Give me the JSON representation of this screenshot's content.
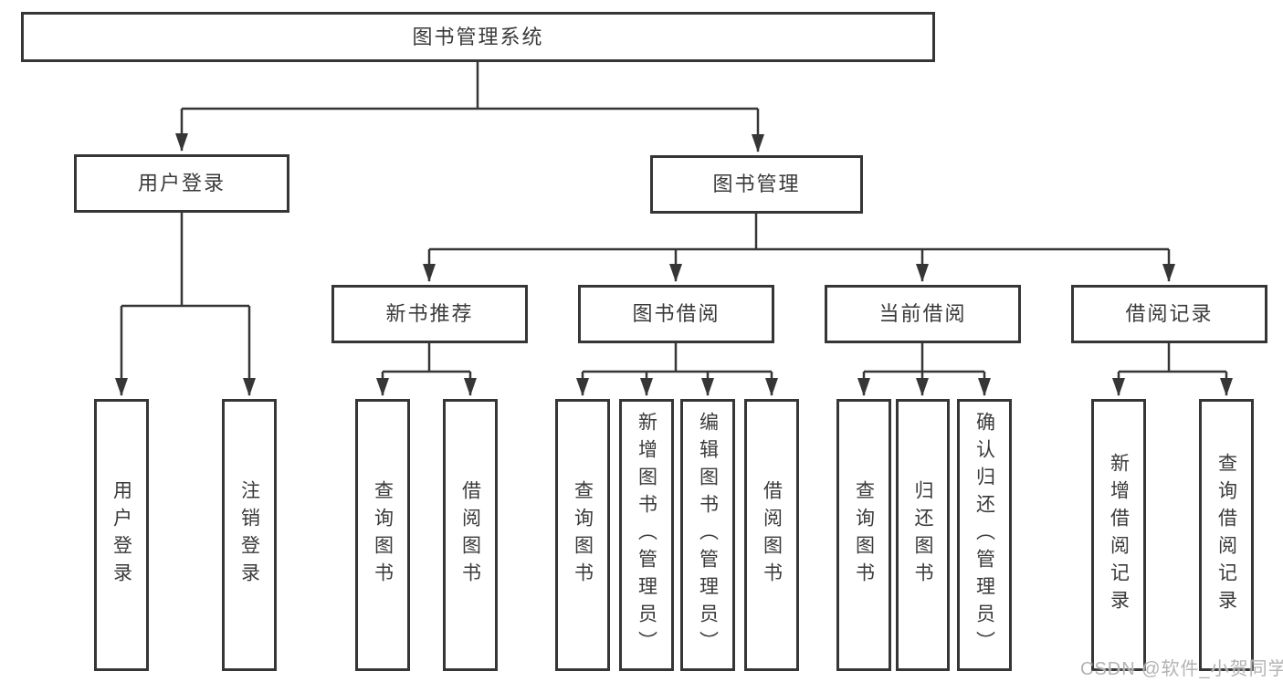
{
  "diagram": {
    "colors": {
      "line": "#363636",
      "border": "#363636",
      "text": "#3a3a3a",
      "background": "#ffffff",
      "watermark": "#b3b3b3"
    },
    "nodes": {
      "root": "图书管理系统",
      "userLoginBranch": "用户登录",
      "bookManagement": "图书管理",
      "userLogin": "用户登录",
      "logoutLogin": "注销登录",
      "newBookRecommend": "新书推荐",
      "bookBorrow": "图书借阅",
      "currentBorrow": "当前借阅",
      "borrowRecords": "借阅记录",
      "queryBooksRecommend": "查询图书",
      "borrowBooksRecommend": "借阅图书",
      "queryBooksBorrow": "查询图书",
      "addBookAdmin": "新增图书（管理员）",
      "editBookAdmin": "编辑图书（管理员）",
      "borrowBooksBorrow": "借阅图书",
      "queryBooksCurrent": "查询图书",
      "returnBooks": "归还图书",
      "confirmReturnAdmin": "确认归还（管理员）",
      "addBorrowRecord": "新增借阅记录",
      "queryBorrowRecord": "查询借阅记录"
    },
    "watermark": "CSDN @软件_小贺同学"
  }
}
